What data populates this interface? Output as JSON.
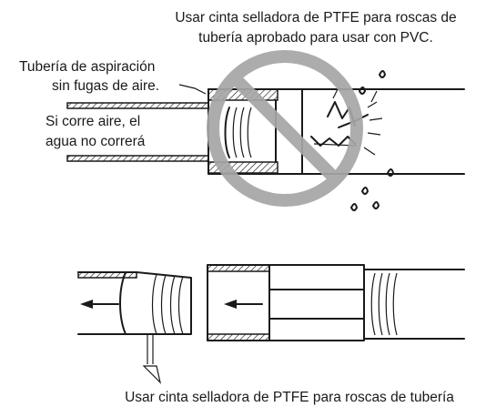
{
  "labels": {
    "top_note_line1": "Usar cinta selladora de PTFE para roscas de",
    "top_note_line2": "tubería aprobado para usar con PVC.",
    "suction_line1": "Tubería de aspiración",
    "suction_line2": "sin fugas de aire.",
    "air_line1": "Si corre aire, el",
    "air_line2": "agua no correrá",
    "bottom_note": "Usar cinta selladora de PTFE para roscas de tubería"
  },
  "colors": {
    "prohibition": "#a6a6a6",
    "ink": "#1a1a1a"
  },
  "icons": {
    "prohibition": "no-symbol-icon"
  }
}
